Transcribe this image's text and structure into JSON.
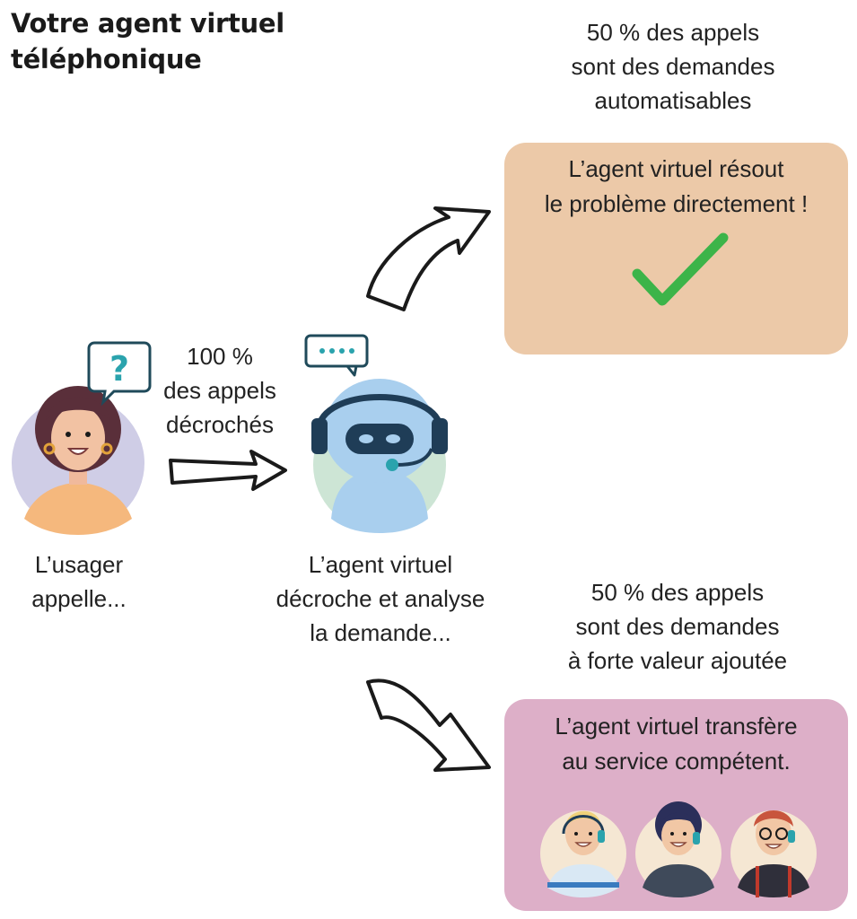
{
  "title": {
    "line1": "Votre agent virtuel",
    "line2": "téléphonique"
  },
  "user": {
    "caption_line1": "L’usager",
    "caption_line2": "appelle..."
  },
  "calls_answered": {
    "line1": "100 %",
    "line2": "des appels",
    "line3": "décrochés"
  },
  "agent": {
    "caption_line1": "L’agent virtuel",
    "caption_line2": "décroche et analyse",
    "caption_line3": "la demande..."
  },
  "automatable": {
    "stat_line1": "50 % des appels",
    "stat_line2": "sont des demandes",
    "stat_line3": "automatisables",
    "box_line1": "L’agent virtuel résout",
    "box_line2": "le problème directement !"
  },
  "high_value": {
    "stat_line1": "50 % des appels",
    "stat_line2": "sont des demandes",
    "stat_line3": "à forte valeur ajoutée",
    "box_line1": "L’agent virtuel transfère",
    "box_line2": "au service compétent."
  },
  "colors": {
    "resolve_box": "#ecc9a8",
    "transfer_box": "#ddafc8",
    "check": "#3cb449",
    "robot": "#a9cfee",
    "robot_bg": "#cde5d5",
    "user_bg": "#cfcde6",
    "accent_teal": "#2aa3ad"
  },
  "icons": [
    "question-bubble-icon",
    "chat-dots-bubble-icon",
    "headset-robot-icon",
    "checkmark-icon",
    "curved-arrow-up-icon",
    "curved-arrow-down-icon",
    "straight-arrow-icon"
  ]
}
